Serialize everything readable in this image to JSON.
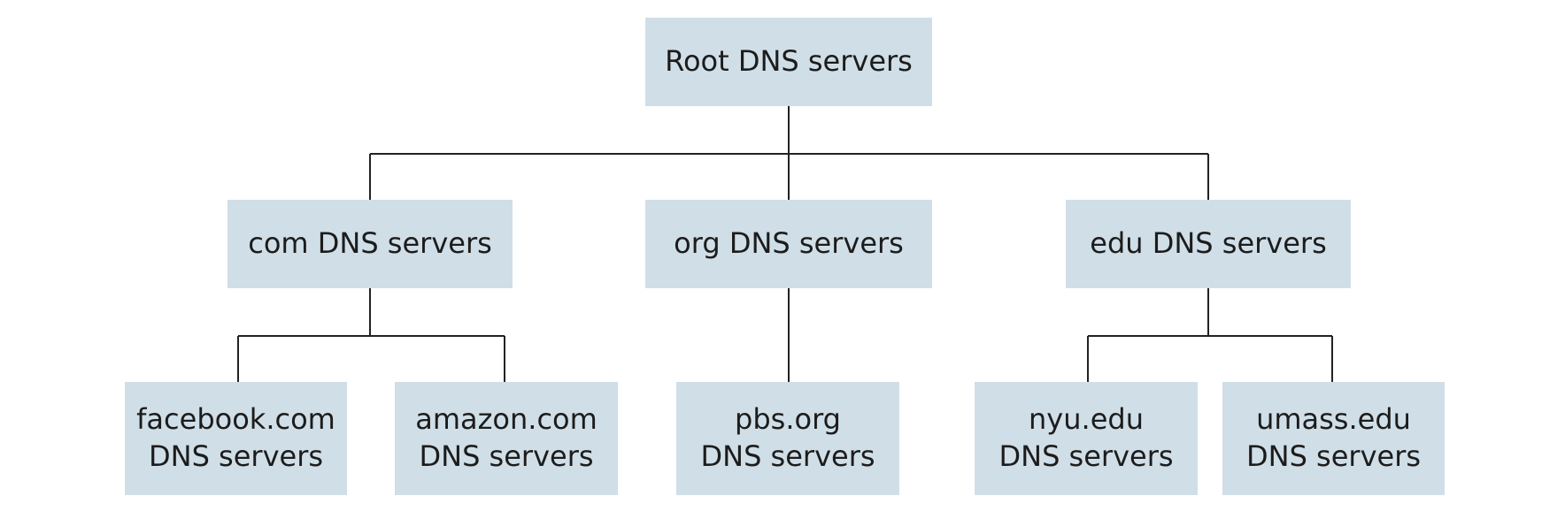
{
  "hierarchy": {
    "root": {
      "label": "Root DNS servers"
    },
    "tld": [
      {
        "label": "com DNS servers"
      },
      {
        "label": "org DNS servers"
      },
      {
        "label": "edu DNS servers"
      }
    ],
    "authoritative": [
      {
        "line1": "facebook.com",
        "line2": "DNS servers"
      },
      {
        "line1": "amazon.com",
        "line2": "DNS servers"
      },
      {
        "line1": "pbs.org",
        "line2": "DNS servers"
      },
      {
        "line1": "nyu.edu",
        "line2": "DNS servers"
      },
      {
        "line1": "umass.edu",
        "line2": "DNS servers"
      }
    ]
  },
  "colors": {
    "box_fill": "#d0dee7",
    "connector": "#222222",
    "text": "#1c1c1c"
  }
}
